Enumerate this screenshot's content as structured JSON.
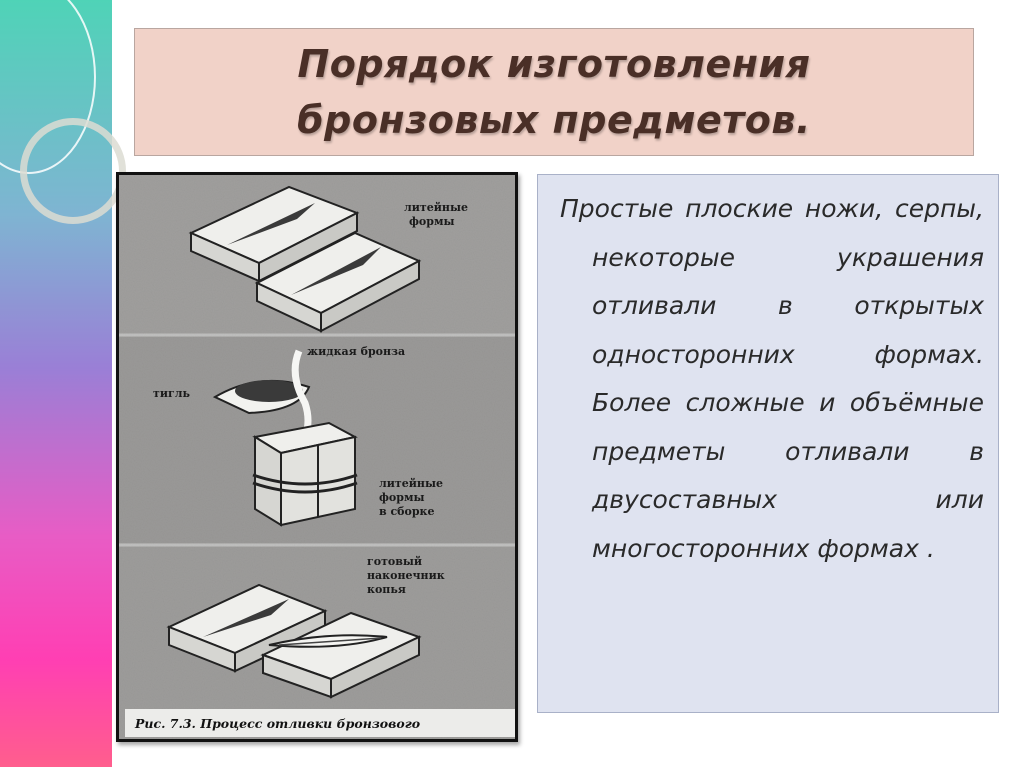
{
  "slide": {
    "title_line1": "Порядок изготовления",
    "title_line2": "бронзовых предметов.",
    "body": "Простые плоские ножи, серпы, некоторые украшения отливали в открытых односторонних формах. Более сложные и объёмные предметы отливали в двусоставных или многосторонних формах .",
    "figure": {
      "label_molds": [
        "литейные",
        "формы"
      ],
      "label_bronze": "жидкая бронза",
      "label_crucible": "тигль",
      "label_assembled": [
        "литейные",
        "формы",
        "в сборке"
      ],
      "label_finished": [
        "готовый",
        "наконечник",
        "копья"
      ],
      "caption": "Рис. 7.3. Процесс отливки бронзового"
    }
  },
  "colors": {
    "title_bg": "#f1d2c8",
    "title_text": "#4a2f27",
    "text_box_bg": "#dfe3f0"
  }
}
